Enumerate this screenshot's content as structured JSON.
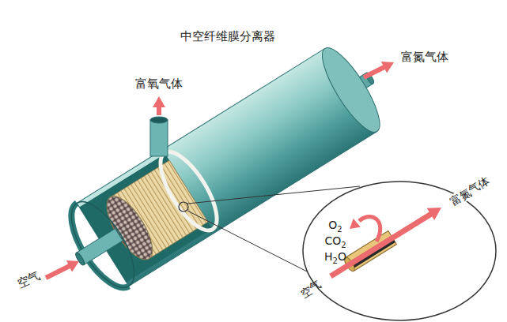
{
  "diagram": {
    "title": "中空纤维膜分离器",
    "labels": [
      "富氧气体",
      "富氮气体",
      "空气",
      "O2",
      "CO2",
      "H2O",
      "富氮气体",
      "空气"
    ]
  }
}
